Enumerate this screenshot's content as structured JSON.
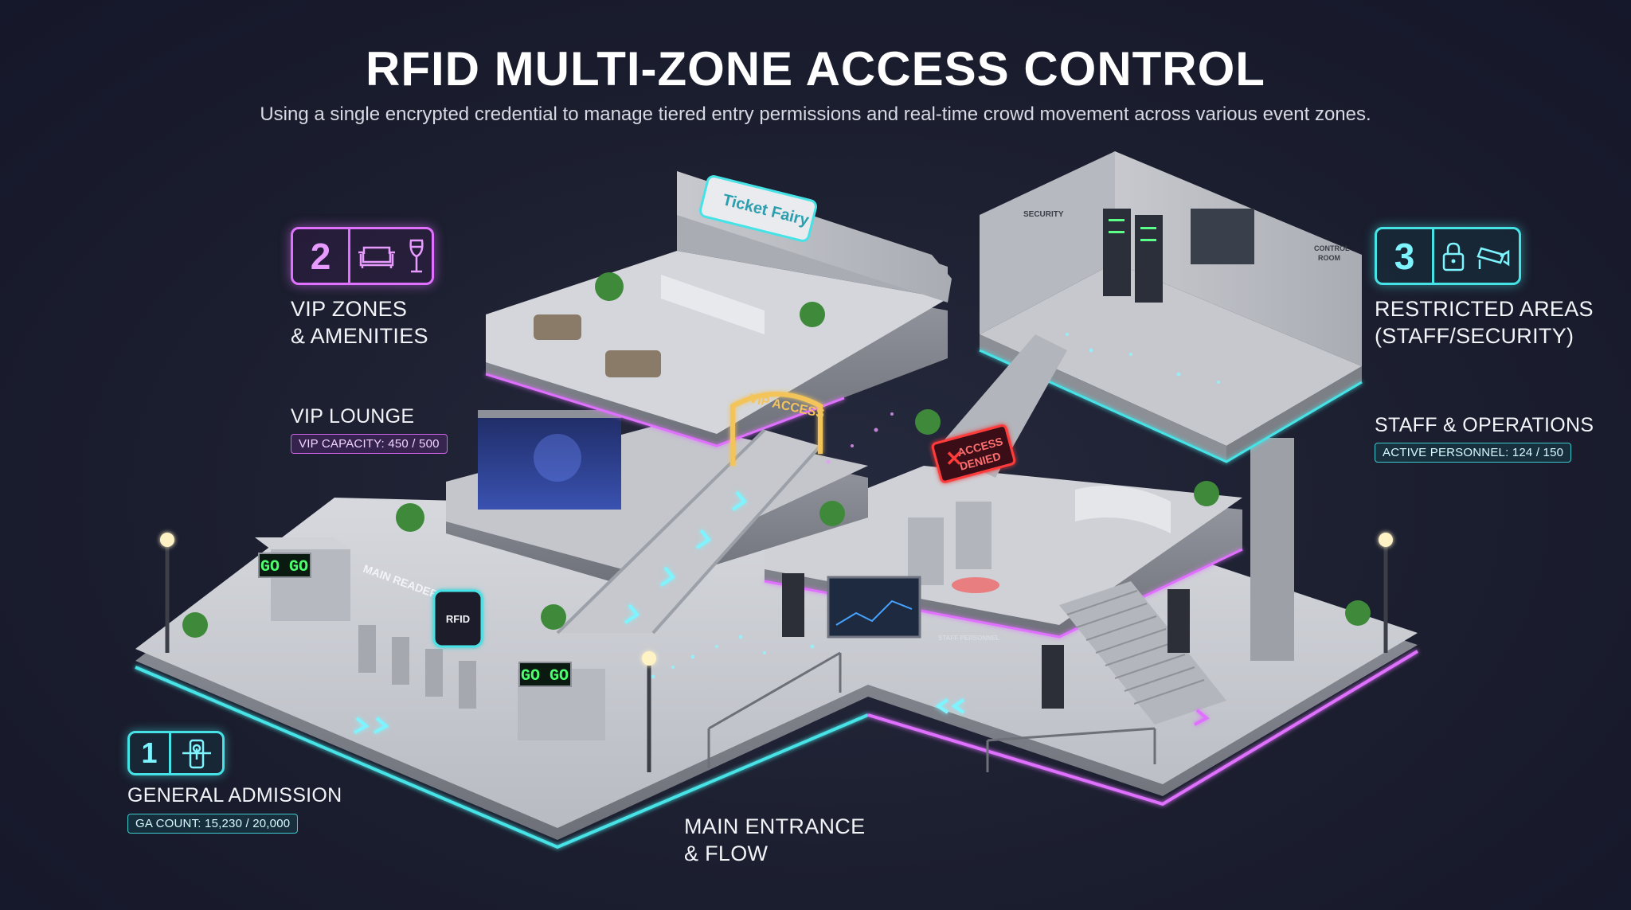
{
  "header": {
    "title": "RFID MULTI-ZONE ACCESS CONTROL",
    "subtitle": "Using a single encrypted credential to manage tiered entry permissions and real-time crowd movement across various event zones."
  },
  "colors": {
    "background": "#1b1e2e",
    "teal": "#46e3e6",
    "magenta": "#e070ff",
    "go_green": "#4cff6e",
    "denied_red": "#ff3b3b",
    "vip_gold": "#f3c45a",
    "platform": "#c9cbd0"
  },
  "zones": {
    "general": {
      "number": "1",
      "icon": "turnstile-icon",
      "title": "GENERAL ADMISSION",
      "stat_label": "GA COUNT:",
      "stat_value": "15,230 / 20,000"
    },
    "vip": {
      "number": "2",
      "icons": [
        "sofa-icon",
        "wine-glass-icon"
      ],
      "title_line1": "VIP ZONES",
      "title_line2": "& AMENITIES",
      "sub_title": "VIP LOUNGE",
      "stat_label": "VIP CAPACITY:",
      "stat_value": "450 / 500"
    },
    "restricted": {
      "number": "3",
      "icons": [
        "padlock-icon",
        "security-camera-icon"
      ],
      "title_line1": "RESTRICTED AREAS",
      "title_line2": "(STAFF/SECURITY)",
      "sub_title": "STAFF & OPERATIONS",
      "stat_label": "ACTIVE PERSONNEL:",
      "stat_value": "124 / 150"
    },
    "main": {
      "title_line1": "MAIN ENTRANCE",
      "title_line2": "& FLOW"
    }
  },
  "scene_signs": {
    "go_left": "GO GO",
    "go_right": "GO GO",
    "main_reader": "MAIN READER",
    "rfid": "RFID",
    "vip_access": "VIP ACCESS",
    "access_denied_line1": "ACCESS",
    "access_denied_line2": "DENIED",
    "ticket_fairy": "Ticket Fairy",
    "security": "SECURITY",
    "control_room_line1": "CONTROL",
    "control_room_line2": "ROOM",
    "staff_personnel": "STAFF PERSONNEL"
  }
}
